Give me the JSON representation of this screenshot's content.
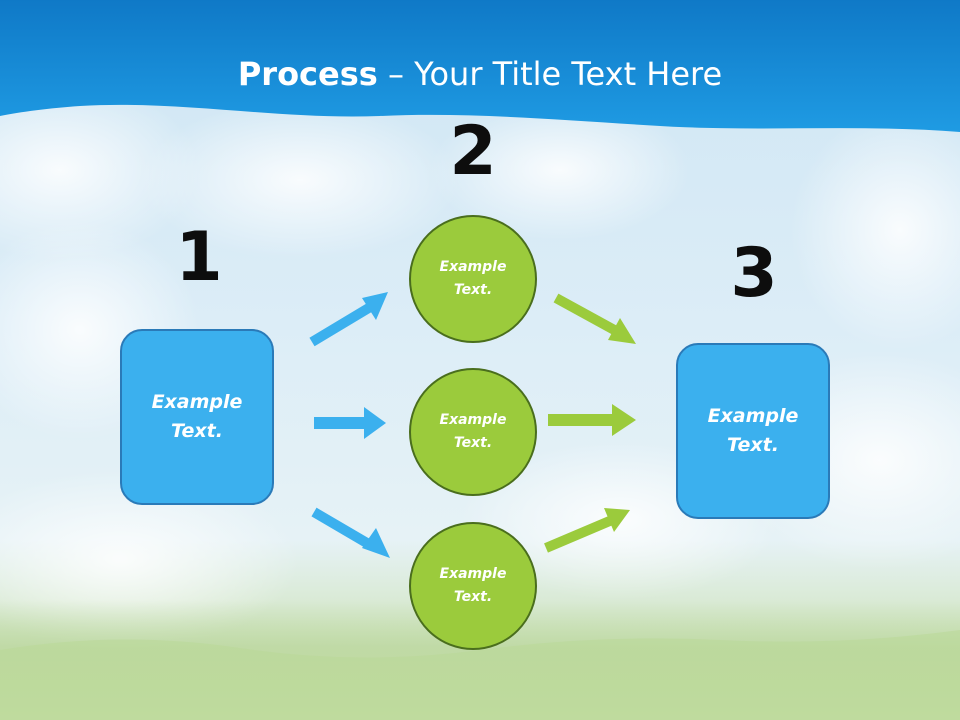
{
  "slide": {
    "title_bold": "Process",
    "title_rest": " – Your Title Text Here",
    "colors": {
      "header": "#1489d6",
      "box": "#3bb0ee",
      "circle": "#9bcb3c",
      "arrow_blue": "#3bb0ee",
      "arrow_green": "#9bcb3c"
    }
  },
  "steps": [
    {
      "number": "1",
      "text": "Example Text."
    },
    {
      "number": "2",
      "items": [
        "Example Text.",
        "Example Text.",
        "Example Text."
      ]
    },
    {
      "number": "3",
      "text": "Example Text."
    }
  ]
}
